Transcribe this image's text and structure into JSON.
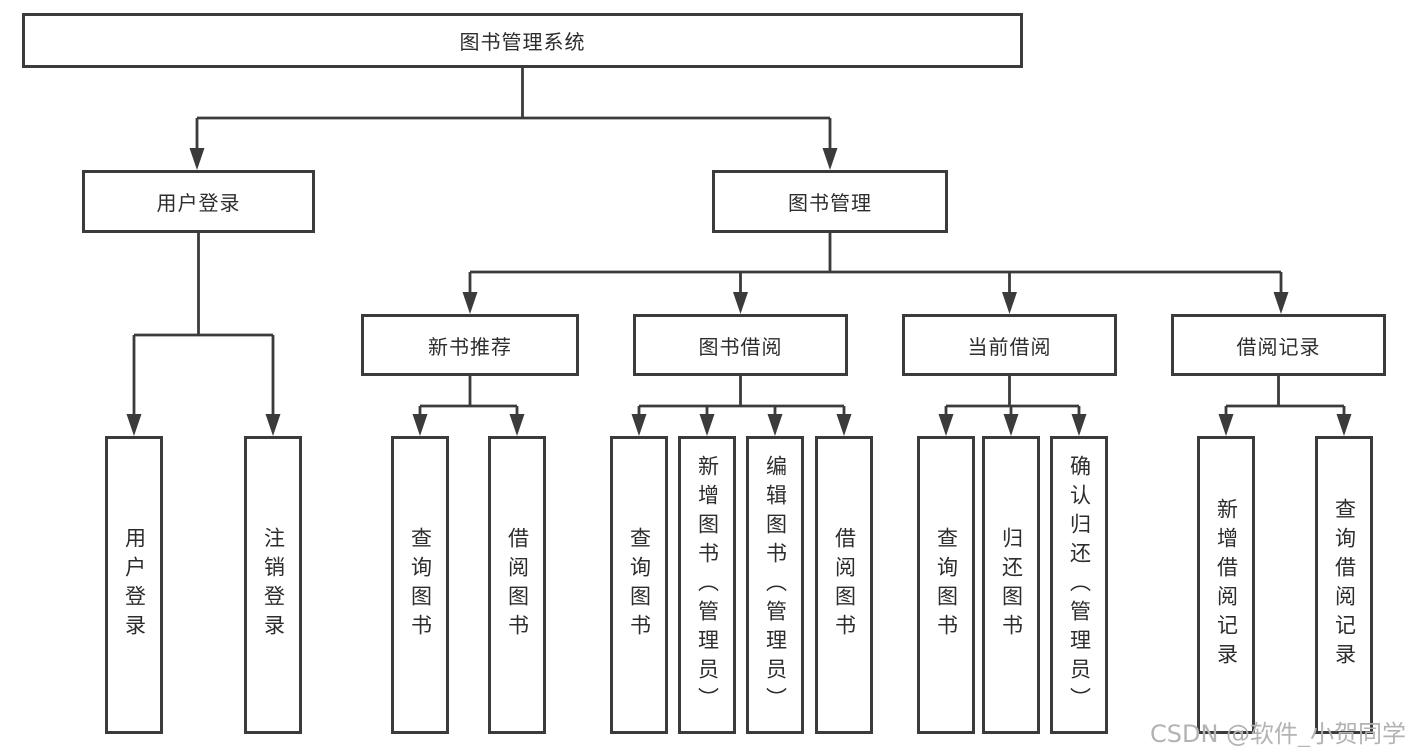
{
  "tree": {
    "root": {
      "label": "图书管理系统"
    },
    "level2": [
      {
        "label": "用户登录",
        "children": [
          {
            "label": "用户登录"
          },
          {
            "label": "注销登录"
          }
        ]
      },
      {
        "label": "图书管理",
        "children": [
          {
            "label": "新书推荐",
            "children": [
              {
                "label": "查询图书"
              },
              {
                "label": "借阅图书"
              }
            ]
          },
          {
            "label": "图书借阅",
            "children": [
              {
                "label": "查询图书"
              },
              {
                "label": "新增图书（管理员）"
              },
              {
                "label": "编辑图书（管理员）"
              },
              {
                "label": "借阅图书"
              }
            ]
          },
          {
            "label": "当前借阅",
            "children": [
              {
                "label": "查询图书"
              },
              {
                "label": "归还图书"
              },
              {
                "label": "确认归还（管理员）"
              }
            ]
          },
          {
            "label": "借阅记录",
            "children": [
              {
                "label": "新增借阅记录"
              },
              {
                "label": "查询借阅记录"
              }
            ]
          }
        ]
      }
    ]
  },
  "watermark": {
    "text": "CSDN @软件_小贺同学"
  },
  "colors": {
    "line": "#3b3b3b",
    "box_background": "#ffffff",
    "text": "#2d2d2d",
    "watermark": "#b3b3b3"
  }
}
